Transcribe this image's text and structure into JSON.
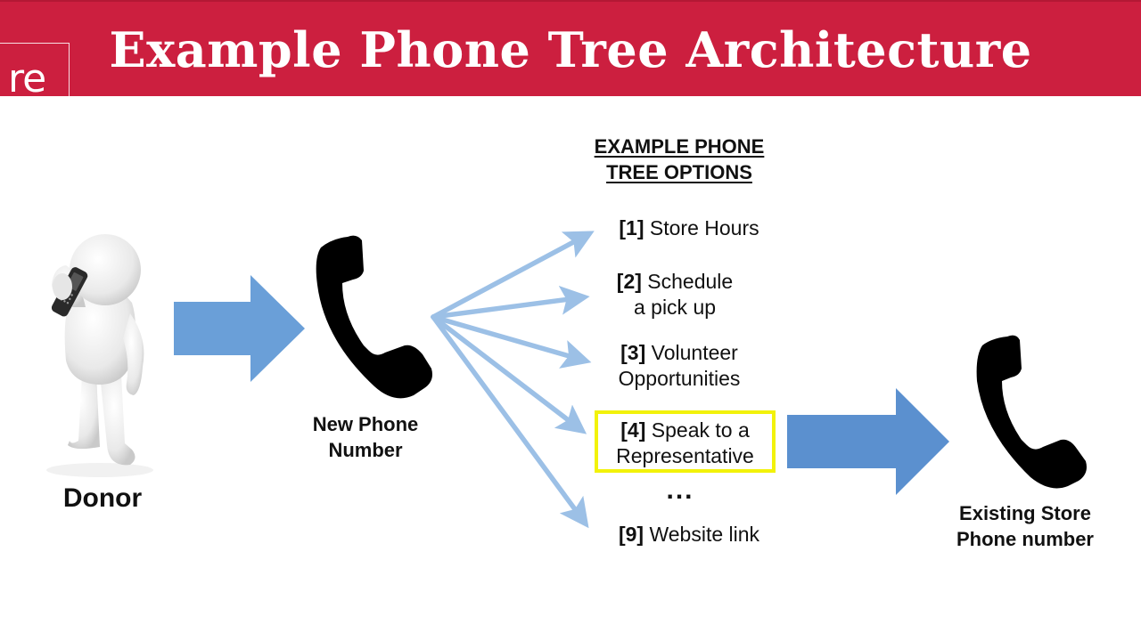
{
  "header": {
    "title": "Example Phone Tree Architecture",
    "logo_fragment": "re",
    "band_color": "#cc1f3f"
  },
  "diagram": {
    "donor": {
      "label": "Donor",
      "icon": "person-on-phone-icon"
    },
    "new_phone": {
      "label_line1": "New Phone",
      "label_line2": "Number",
      "icon": "phone-handset-icon"
    },
    "options_heading": {
      "line1": "EXAMPLE PHONE",
      "line2": "TREE OPTIONS"
    },
    "options": [
      {
        "number": "[1]",
        "line1": "Store Hours",
        "line2": ""
      },
      {
        "number": "[2]",
        "line1": "Schedule",
        "line2": "a pick up"
      },
      {
        "number": "[3]",
        "line1": "Volunteer",
        "line2": "Opportunities"
      },
      {
        "number": "[4]",
        "line1": "Speak to a",
        "line2": "Representative",
        "highlighted": true
      },
      {
        "number": "[9]",
        "line1": "Website link",
        "line2": ""
      }
    ],
    "ellipsis": "...",
    "existing_phone": {
      "label_line1": "Existing Store",
      "label_line2": "Phone number",
      "icon": "phone-handset-icon"
    },
    "colors": {
      "big_arrow_1": "#6a9fd8",
      "big_arrow_2": "#5b90cf",
      "fan_arrows": "#9cc0e6",
      "highlight_box": "#f2f20a"
    }
  }
}
